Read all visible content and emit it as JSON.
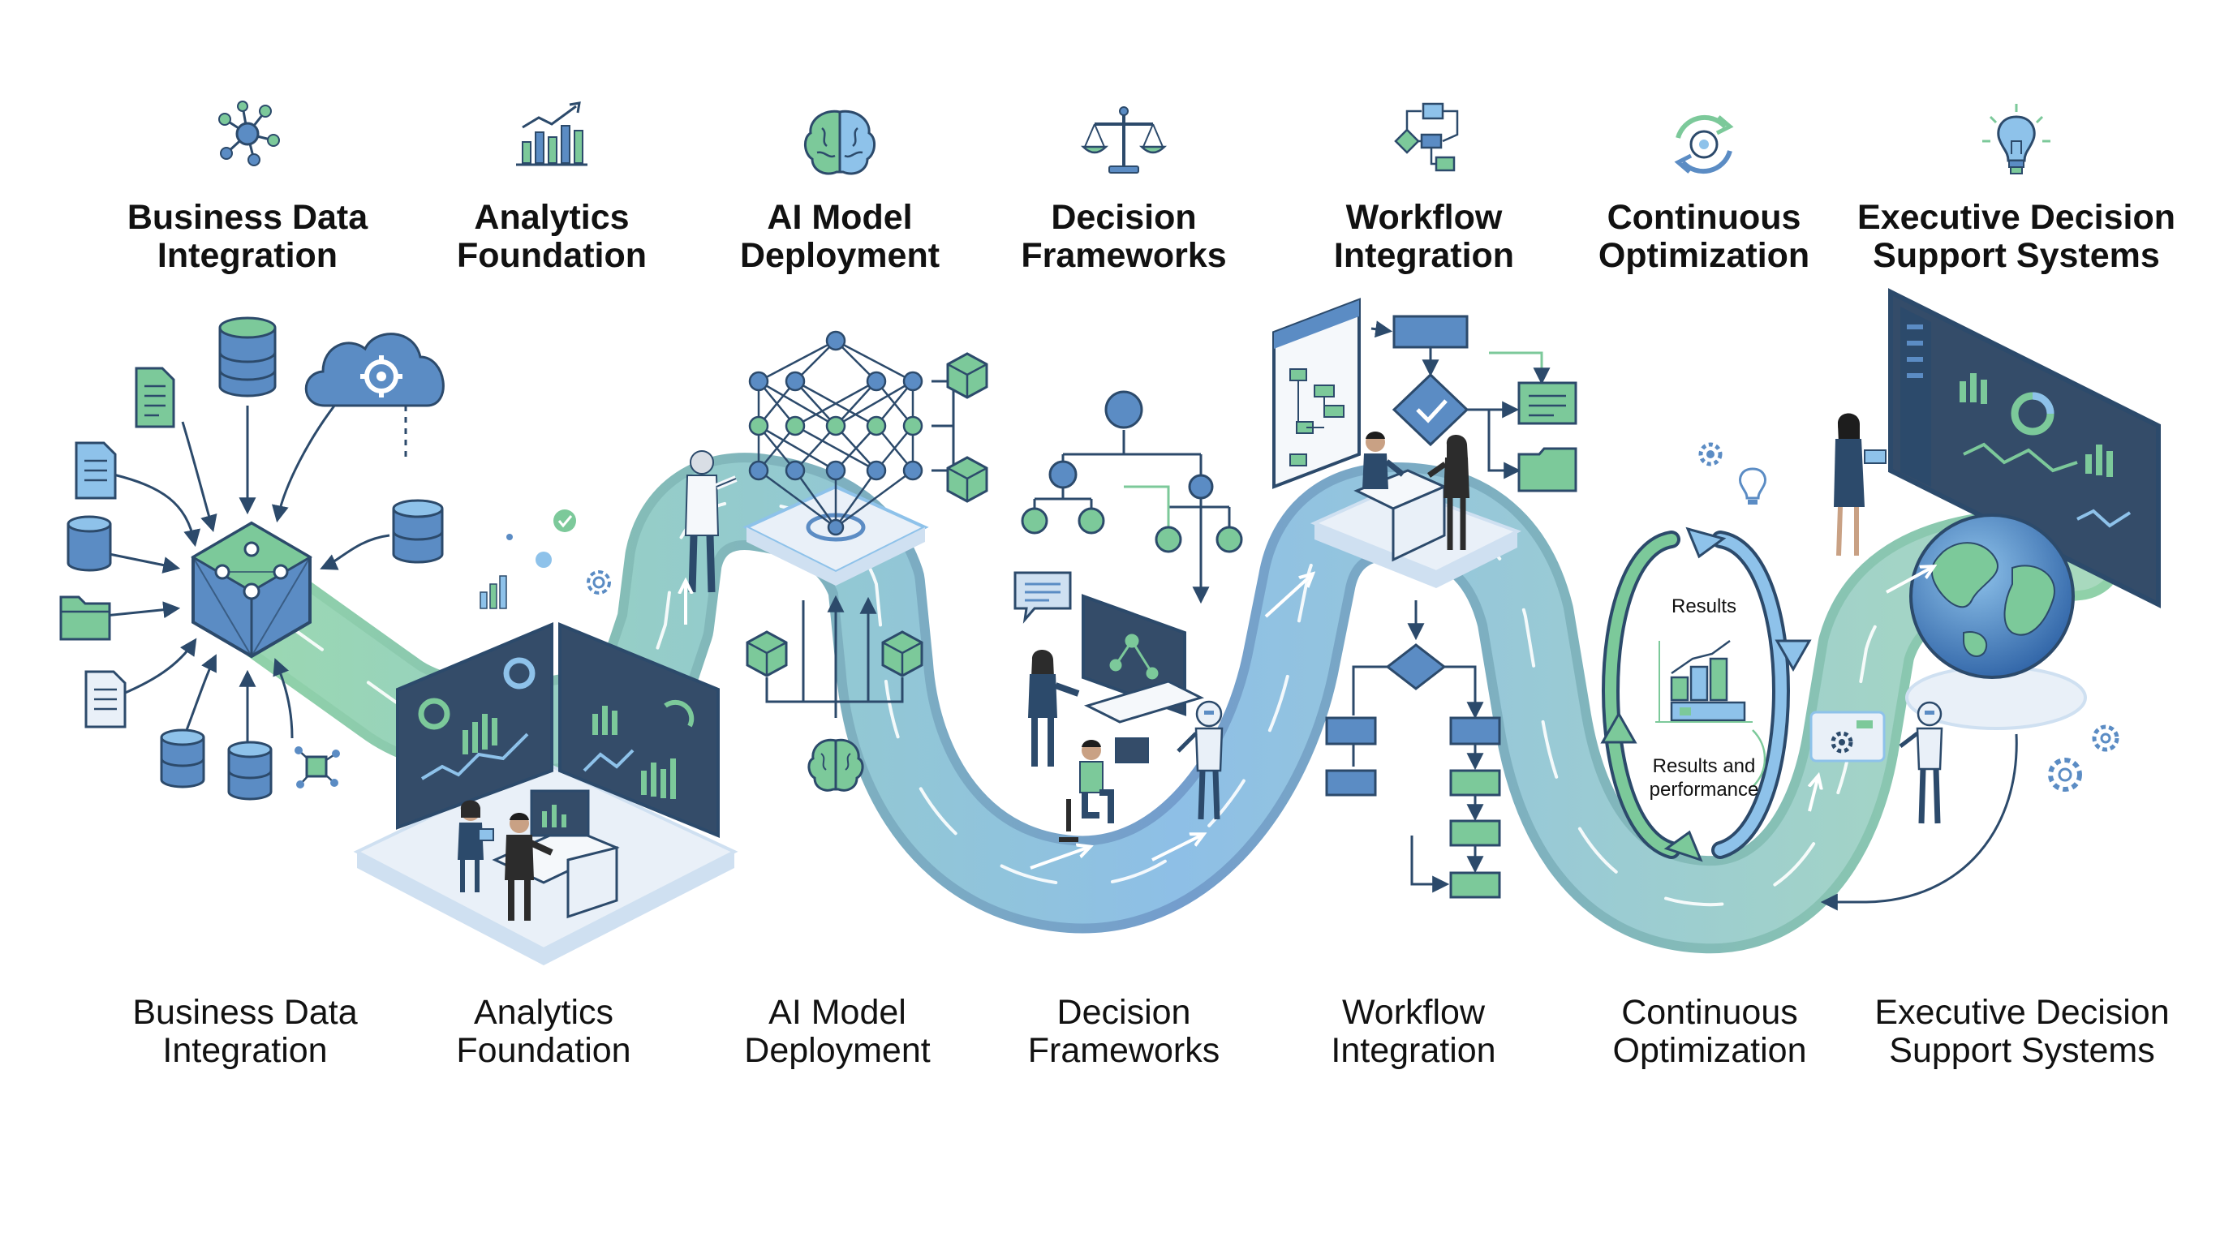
{
  "stages": [
    {
      "id": "business-data-integration",
      "icon": "network-hub-icon",
      "line1": "Business Data",
      "line2": "Integration"
    },
    {
      "id": "analytics-foundation",
      "icon": "bar-chart-trend-icon",
      "line1": "Analytics",
      "line2": "Foundation"
    },
    {
      "id": "ai-model-deployment",
      "icon": "brain-icon",
      "line1": "AI Model",
      "line2": "Deployment"
    },
    {
      "id": "decision-frameworks",
      "icon": "balance-scale-icon",
      "line1": "Decision",
      "line2": "Frameworks"
    },
    {
      "id": "workflow-integration",
      "icon": "workflow-diagram-icon",
      "line1": "Workflow",
      "line2": "Integration"
    },
    {
      "id": "continuous-optimization",
      "icon": "refresh-cycle-icon",
      "line1": "Continuous",
      "line2": "Optimization"
    },
    {
      "id": "executive-decision-support-systems",
      "icon": "lightbulb-icon",
      "line1": "Executive Decision",
      "line2": "Support Systems"
    }
  ],
  "optimization_loop": {
    "results_label": "Results",
    "performance_line1": "Results and",
    "performance_line2": "performance"
  },
  "colors": {
    "navy": "#2c4a6b",
    "steel_blue": "#5b8cc4",
    "light_blue": "#cfe0f1",
    "green": "#7cc99a",
    "light_green": "#d3eedd",
    "path_start": "#8fd0a8",
    "path_end": "#6f9fd6",
    "screen": "#344c69",
    "platform": "#e9f0f8"
  }
}
